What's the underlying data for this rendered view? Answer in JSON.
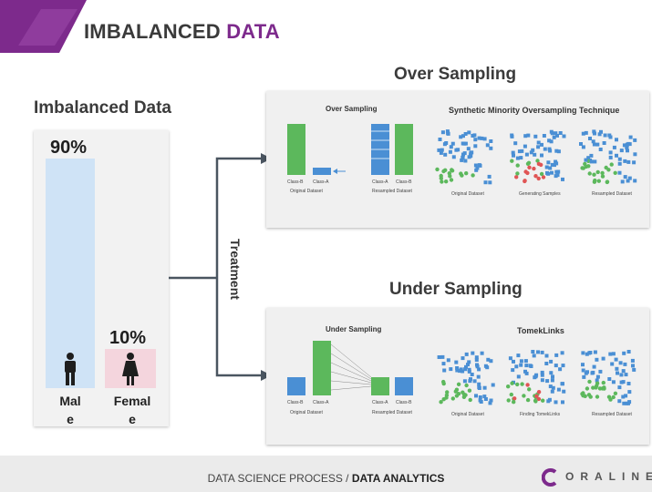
{
  "header": {
    "title_part1": "IMBALANCED",
    "title_part2": "DATA",
    "accent_color": "#7d2a8c"
  },
  "imbalanced": {
    "title": "Imbalanced Data",
    "male": {
      "percent": "90%",
      "label_line1": "Mal",
      "label_line2": "e",
      "share": 0.9,
      "color": "#cfe3f6"
    },
    "female": {
      "percent": "10%",
      "label_line1": "Femal",
      "label_line2": "e",
      "share": 0.1,
      "color": "#f4d5dd"
    }
  },
  "treatment_label": "Treatment",
  "over_sampling": {
    "title": "Over Sampling",
    "left_heading": "Over Sampling",
    "right_heading": "Synthetic Minority Oversampling Technique",
    "original": {
      "class_b": "Class-B",
      "class_a": "Class-A",
      "caption": "Original Dataset"
    },
    "resampled": {
      "class_a": "Class-A",
      "class_b": "Class-B",
      "caption": "Resampled Dataset"
    },
    "plot_captions": [
      "Original Dataset",
      "Generating Samples",
      "Resampled Dataset"
    ]
  },
  "under_sampling": {
    "title": "Under Sampling",
    "left_heading": "Under Sampling",
    "right_heading": "TomekLinks",
    "original": {
      "class_b": "Class-B",
      "class_a": "Class-A",
      "caption": "Original Dataset"
    },
    "resampled": {
      "class_a": "Class-A",
      "class_b": "Class-B",
      "caption": "Resampled Dataset"
    },
    "plot_captions": [
      "Original Dataset",
      "Finding TomekLinks",
      "Resampled Dataset"
    ]
  },
  "footer": {
    "text_prefix": "DATA SCIENCE PROCESS / ",
    "text_bold": "DATA ANALYTICS",
    "brand": "ORALINE",
    "brand_color": "#7d2a8c"
  },
  "colors": {
    "green": "#5cb85c",
    "blue": "#4a8fd4",
    "red": "#e05555",
    "arrow": "#4a5560"
  }
}
